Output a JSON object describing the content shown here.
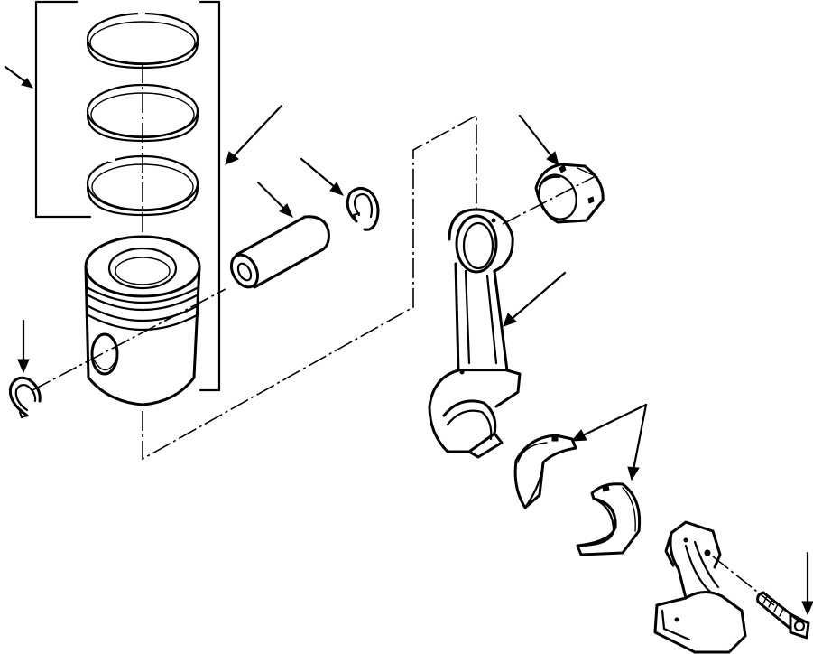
{
  "diagram": {
    "parts": [
      {
        "id": "piston-rings",
        "icon": "piston-ring-set"
      },
      {
        "id": "piston",
        "icon": "piston"
      },
      {
        "id": "piston-pin",
        "icon": "wrist-pin"
      },
      {
        "id": "retaining-ring-left",
        "icon": "snap-ring"
      },
      {
        "id": "retaining-ring-right",
        "icon": "snap-ring"
      },
      {
        "id": "connecting-rod",
        "icon": "connecting-rod"
      },
      {
        "id": "small-end-bushing",
        "icon": "bushing"
      },
      {
        "id": "rod-bearing-upper",
        "icon": "bearing-shell"
      },
      {
        "id": "rod-bearing-lower",
        "icon": "bearing-shell"
      },
      {
        "id": "rod-cap",
        "icon": "rod-cap"
      },
      {
        "id": "cap-bolt",
        "icon": "bolt"
      }
    ],
    "line_color": "#000000",
    "background_color": "#ffffff"
  }
}
